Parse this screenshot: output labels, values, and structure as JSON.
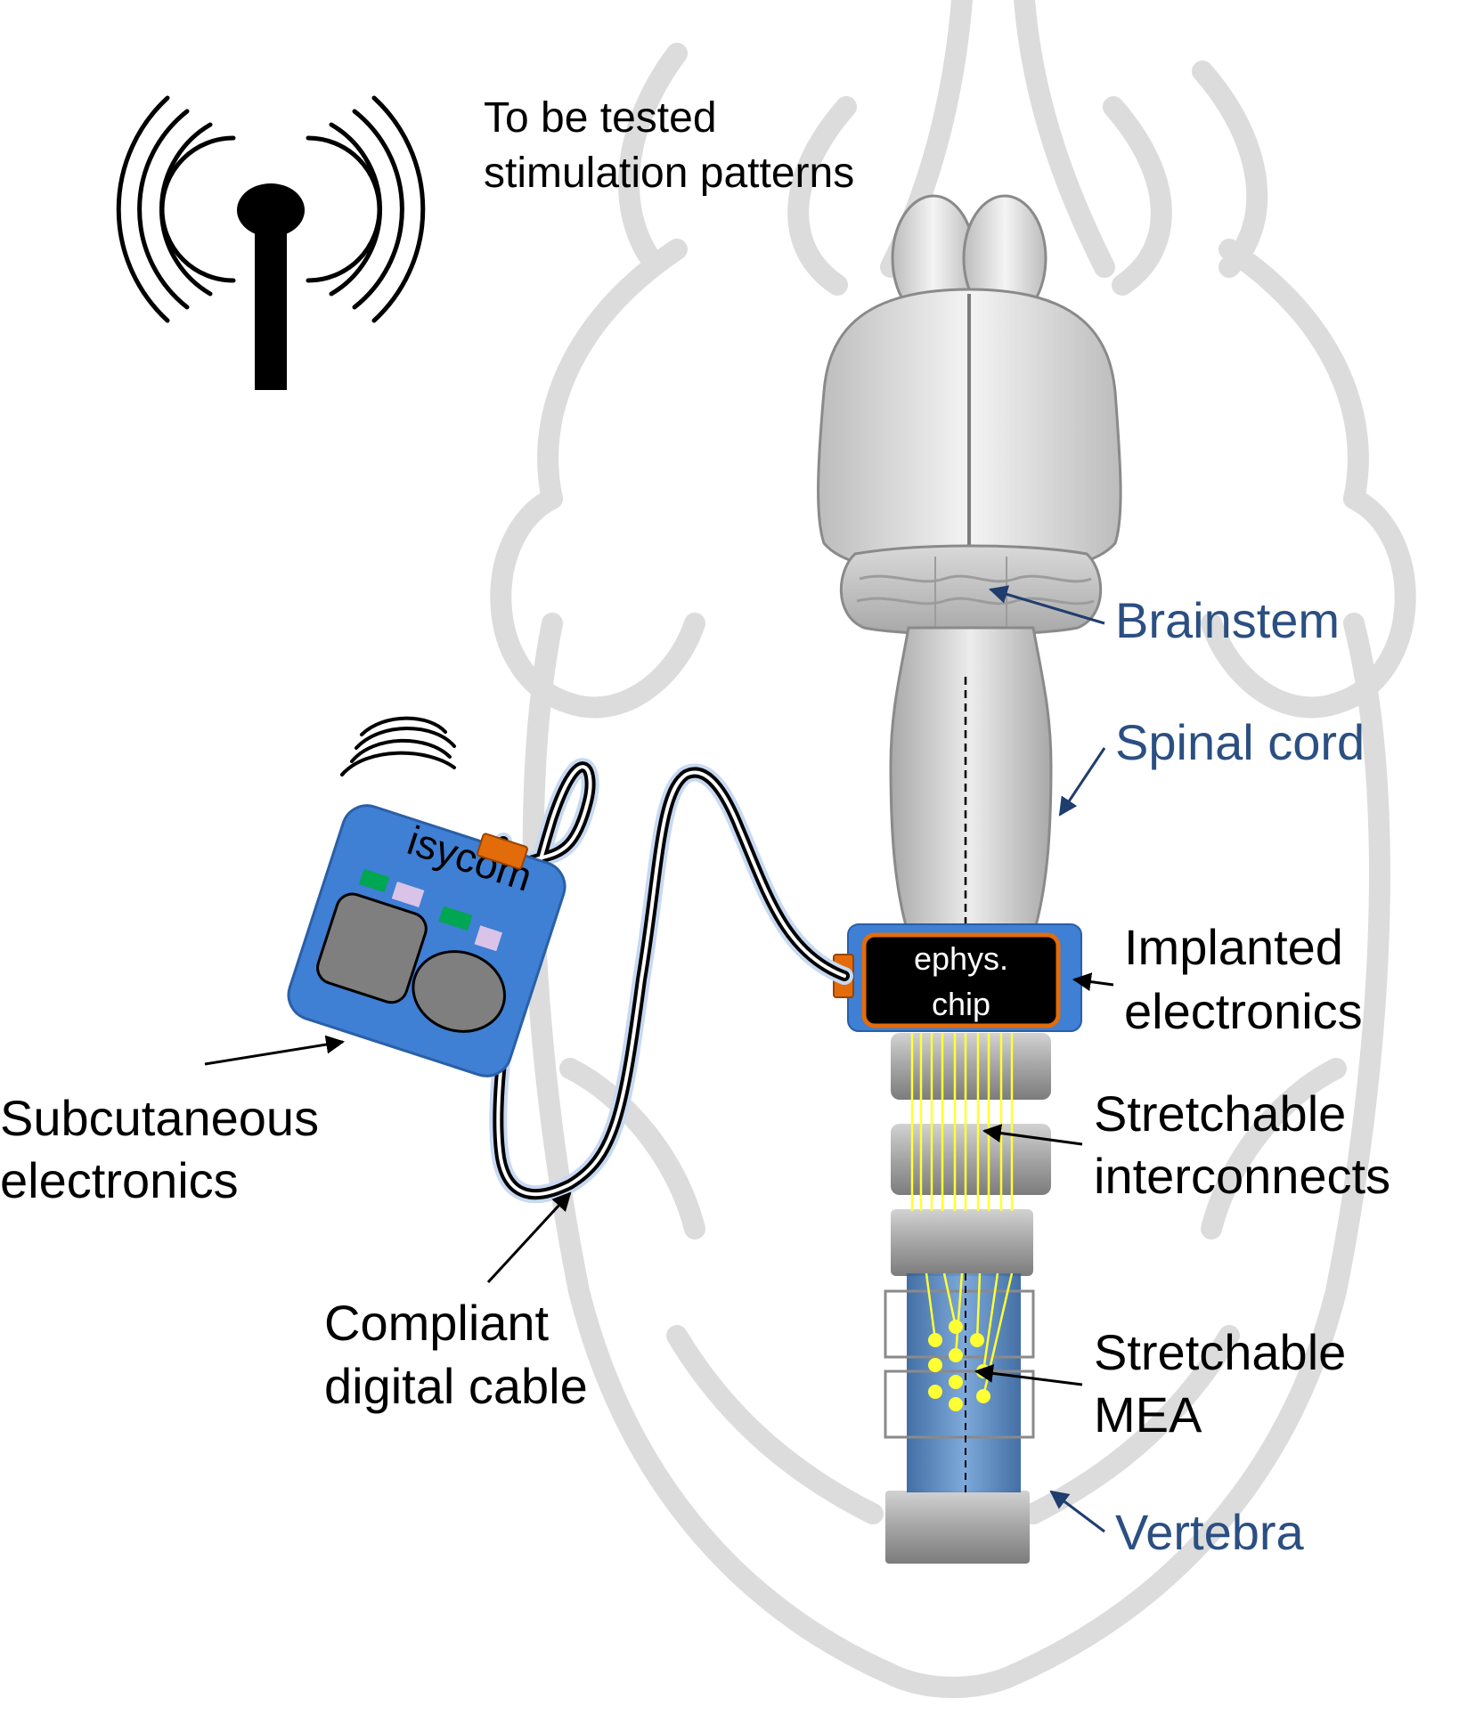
{
  "labels": {
    "stimulation_line1": "To be tested",
    "stimulation_line2": "stimulation patterns",
    "brainstem": "Brainstem",
    "spinal_cord": "Spinal cord",
    "implanted_line1": "Implanted",
    "implanted_line2": "electronics",
    "interconnects_line1": "Stretchable",
    "interconnects_line2": "interconnects",
    "mea_line1": "Stretchable",
    "mea_line2": "MEA",
    "vertebra": "Vertebra",
    "subcutaneous_line1": "Subcutaneous",
    "subcutaneous_line2": "electronics",
    "cable_line1": "Compliant",
    "cable_line2": "digital cable"
  },
  "device": {
    "isycom_label": "isycom",
    "chip_line1": "ephys.",
    "chip_line2": "chip"
  },
  "colors": {
    "anatomy_label": "#2b4f82",
    "device_blue": "#3f7fd4",
    "connector_orange": "#e36c0a",
    "trace_yellow": "#ffff33",
    "indicator_green": "#00a651",
    "indicator_lilac": "#d9c3e9",
    "silhouette_gray": "#dcdcdc",
    "bone_gray": "#9a9a9a"
  },
  "icons": [
    "antenna-icon",
    "wireless-signal-icon"
  ]
}
